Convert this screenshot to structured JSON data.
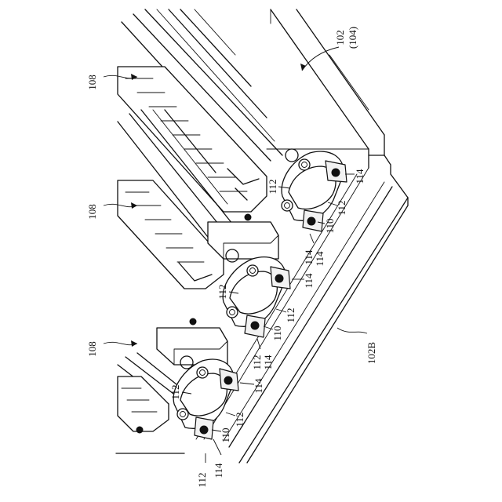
{
  "figure": {
    "labels": {
      "panel": "102",
      "panel_alt": "(104)",
      "panel_edge": "102B",
      "rail_top": "108",
      "rail_middle": "108",
      "rail_bottom": "108",
      "c1_112a": "112",
      "c1_112b": "112",
      "c1_114a": "114",
      "c1_114b": "114",
      "c1_110": "110",
      "c2_112a": "112",
      "c2_112b": "112",
      "c2_114a": "114",
      "c2_114b": "114",
      "c2_110": "110",
      "c3_112a": "112",
      "c3_112b": "112",
      "c3_114a": "114",
      "c3_114b": "114",
      "c3_110": "110",
      "bottom_112": "112",
      "bottom_114": "114"
    }
  }
}
